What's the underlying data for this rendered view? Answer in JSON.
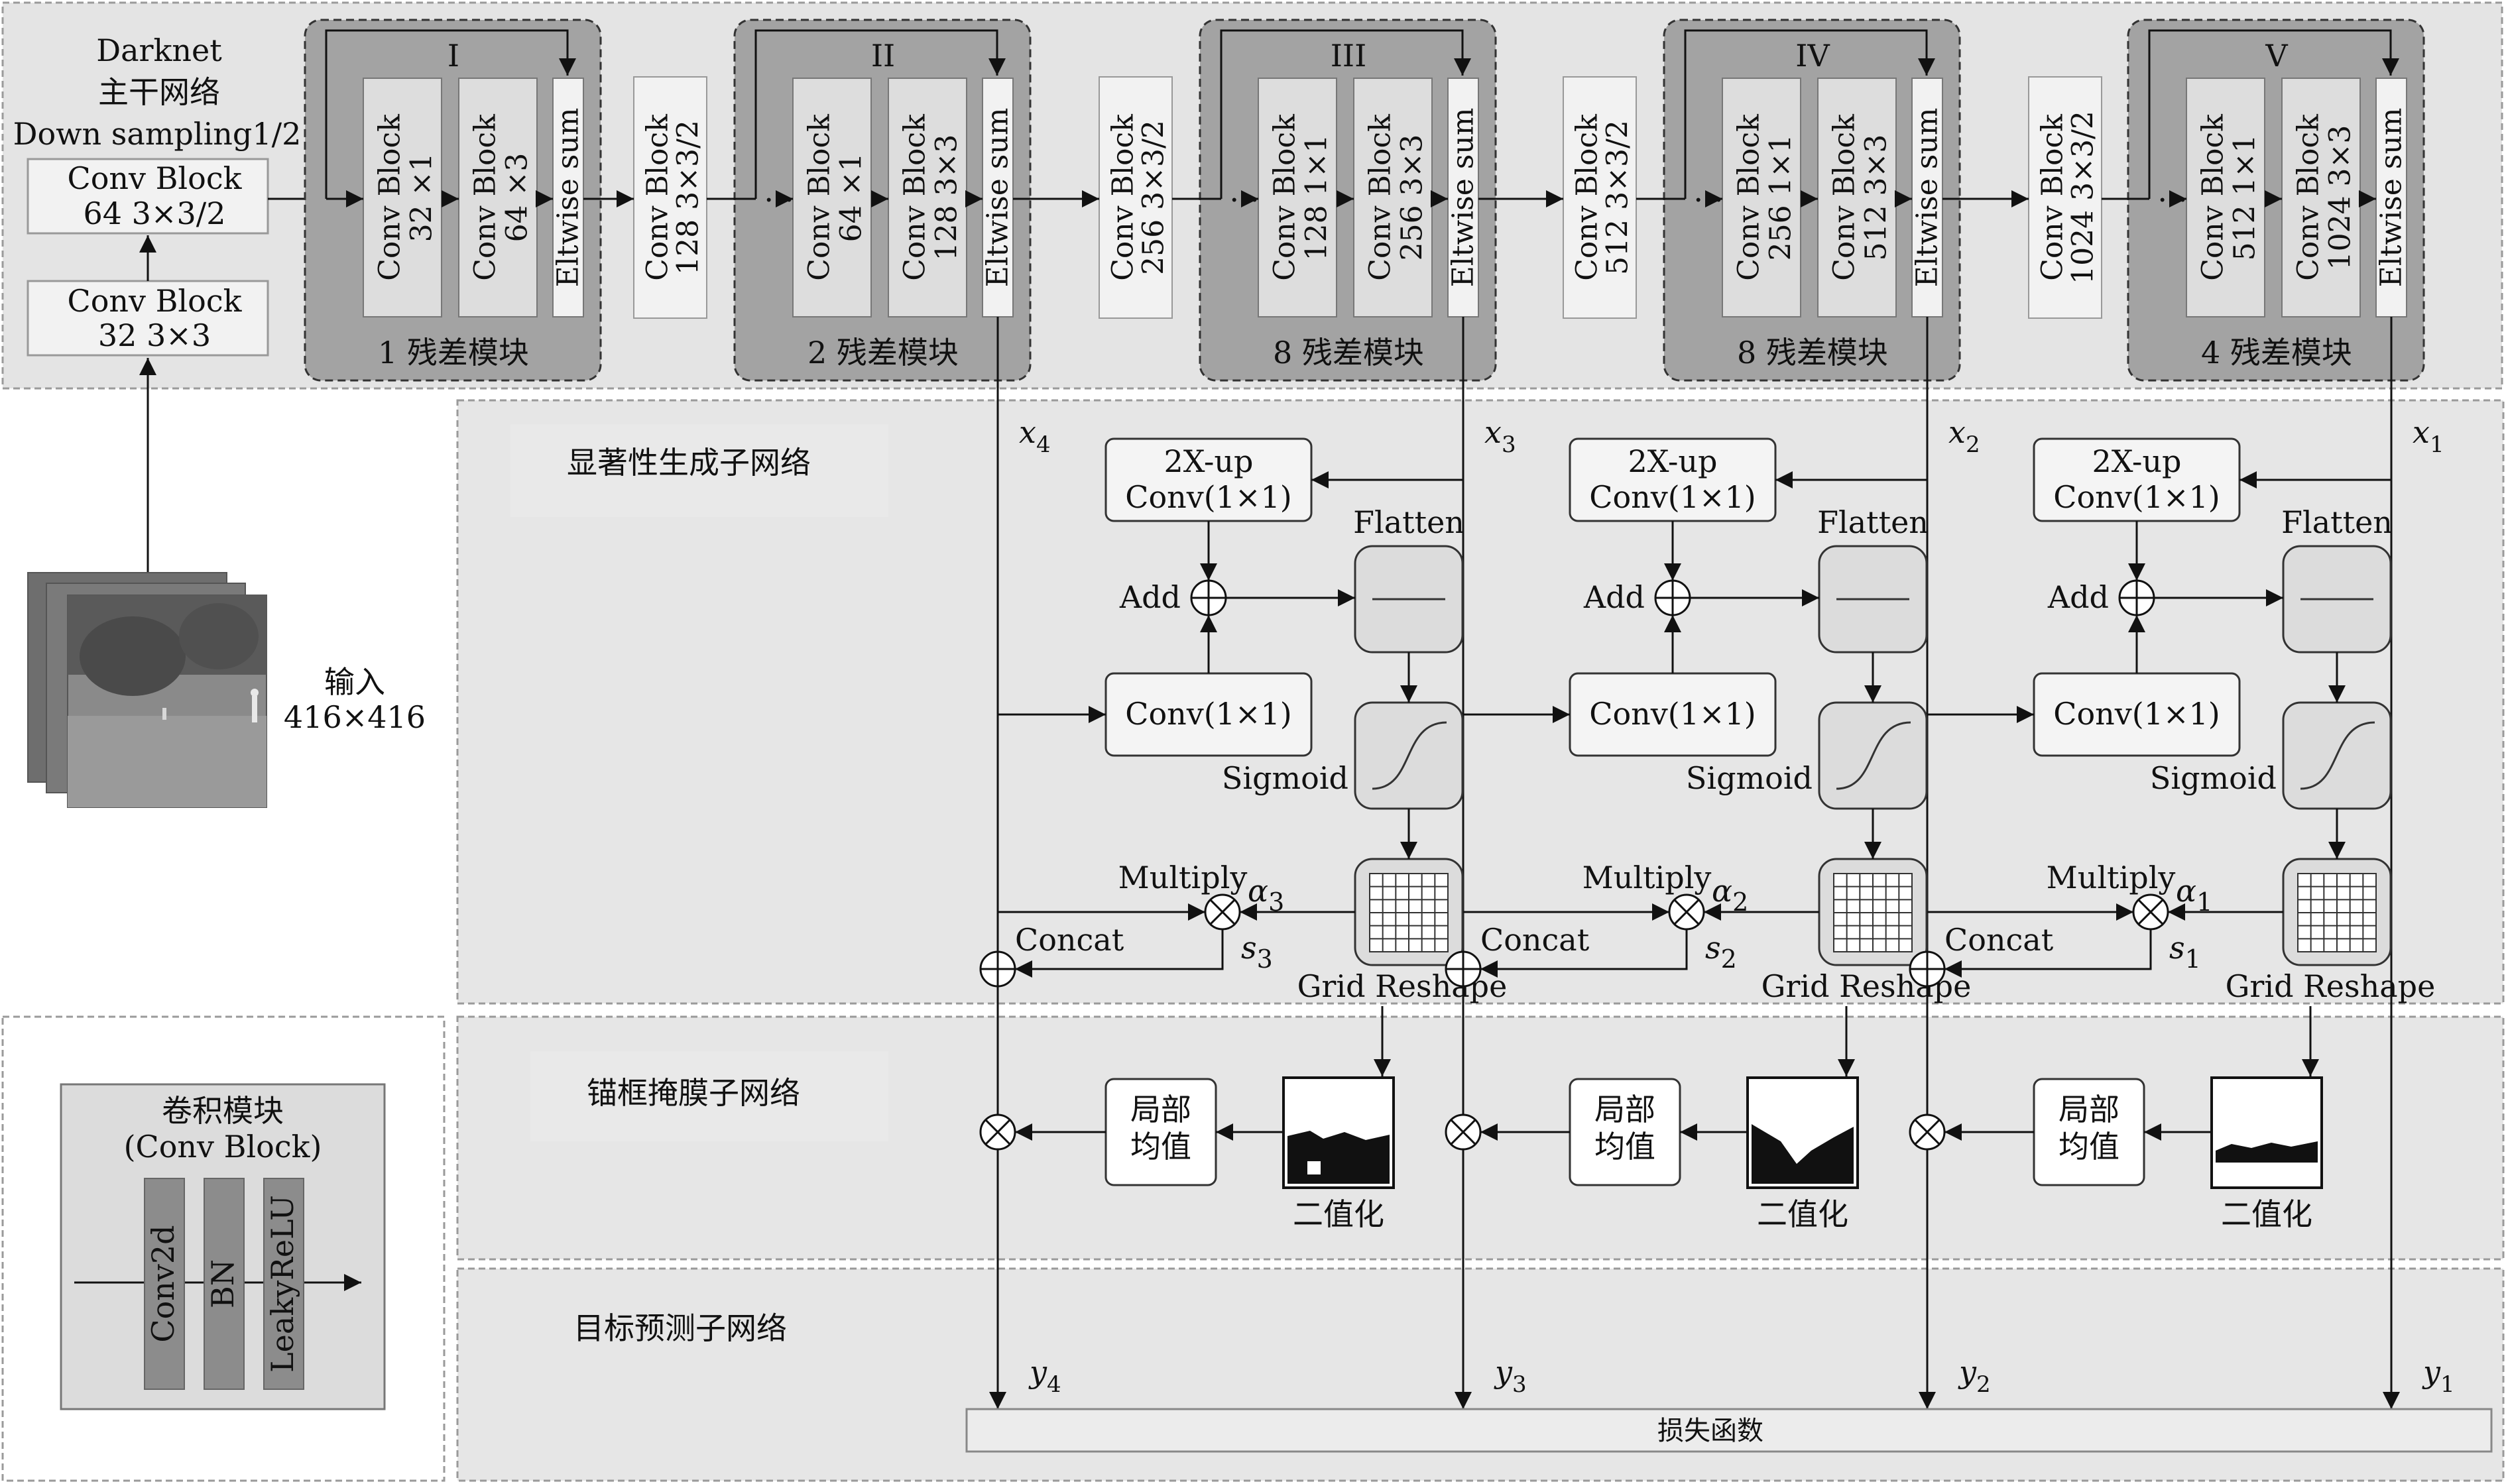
{
  "backbone": {
    "title_line1": "Darknet",
    "title_line2": "主干网络",
    "downsampling": "Down sampling1/2",
    "conv_top": {
      "label": "Conv Block",
      "params": "64 3×3/2"
    },
    "conv_bottom": {
      "label": "Conv Block",
      "params": "32 3×3"
    },
    "residual_blocks": [
      {
        "numeral": "I",
        "conv_a": "Conv Block",
        "conv_a_params": "32 ×1",
        "conv_b": "Conv Block",
        "conv_b_params": "64 ×3",
        "elt": "Eltwise sum",
        "caption": "1 残差模块"
      },
      {
        "numeral": "II",
        "conv_a": "Conv Block",
        "conv_a_params": "64 ×1",
        "conv_b": "Conv Block",
        "conv_b_params": "128 3×3",
        "elt": "Eltwise sum",
        "caption": "2 残差模块"
      },
      {
        "numeral": "III",
        "conv_a": "Conv Block",
        "conv_a_params": "128 1×1",
        "conv_b": "Conv Block",
        "conv_b_params": "256 3×3",
        "elt": "Eltwise sum",
        "caption": "8 残差模块"
      },
      {
        "numeral": "IV",
        "conv_a": "Conv Block",
        "conv_a_params": "256 1×1",
        "conv_b": "Conv Block",
        "conv_b_params": "512 3×3",
        "elt": "Eltwise sum",
        "caption": "8 残差模块"
      },
      {
        "numeral": "V",
        "conv_a": "Conv Block",
        "conv_a_params": "512 1×1",
        "conv_b": "Conv Block",
        "conv_b_params": "1024 3×3",
        "elt": "Eltwise sum",
        "caption": "4 残差模块"
      }
    ],
    "between_convs": [
      {
        "label": "Conv Block",
        "params": "128 3×3/2"
      },
      {
        "label": "Conv Block",
        "params": "256 3×3/2"
      },
      {
        "label": "Conv Block",
        "params": "512 3×3/2"
      },
      {
        "label": "Conv Block",
        "params": "1024 3×3/2"
      }
    ],
    "ellipsis": "…"
  },
  "input": {
    "label": "输入",
    "size": "416×416"
  },
  "saliency_title": "显著性生成子网络",
  "anchor_title": "锚框掩膜子网络",
  "predict_title": "目标预测子网络",
  "loss_label": "损失函数",
  "conv_legend": {
    "title": "卷积模块",
    "subtitle": "(Conv Block)",
    "layers": [
      "Conv2d",
      "BN",
      "LeakyReLU"
    ]
  },
  "branches": [
    {
      "x_main": "x",
      "x_sub": "4",
      "y_main": "y",
      "y_sub": "4",
      "alpha_main": "α",
      "alpha_sub": "3",
      "s_main": "s",
      "s_sub": "3"
    },
    {
      "x_main": "x",
      "x_sub": "3",
      "y_main": "y",
      "y_sub": "3",
      "alpha_main": "α",
      "alpha_sub": "2",
      "s_main": "s",
      "s_sub": "2"
    },
    {
      "x_main": "x",
      "x_sub": "2",
      "y_main": "y",
      "y_sub": "2",
      "alpha_main": "α",
      "alpha_sub": "1",
      "s_main": "s",
      "s_sub": "1"
    },
    {
      "x_main": "x",
      "x_sub": "1",
      "y_main": "y",
      "y_sub": "1"
    }
  ],
  "unit_labels": {
    "up_line1": "2X-up",
    "up_line2": "Conv(1×1)",
    "flatten": "Flatten",
    "add": "Add",
    "conv": "Conv(1×1)",
    "sigmoid": "Sigmoid",
    "multiply": "Multiply",
    "concat": "Concat",
    "grid": "Grid Reshape",
    "local_line1": "局部",
    "local_line2": "均值",
    "binarize": "二值化"
  }
}
